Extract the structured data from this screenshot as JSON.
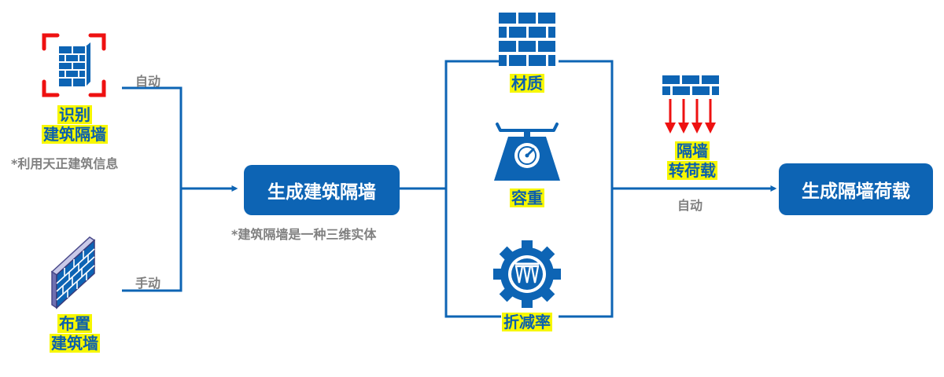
{
  "identify": {
    "line1": "识别",
    "line2": "建筑隔墙",
    "note": "*利用天正建筑信息"
  },
  "place": {
    "line1": "布置",
    "line2": "建筑墙"
  },
  "edge_auto": "自动",
  "edge_manual": "手动",
  "generate_wall": {
    "label": "生成建筑隔墙",
    "note": "*建筑隔墙是一种三维实体"
  },
  "properties": [
    {
      "label": "材质",
      "icon": "brick-wall-icon"
    },
    {
      "label": "容重",
      "icon": "scale-icon"
    },
    {
      "label": "折减率",
      "icon": "gear-reduction-icon"
    }
  ],
  "convert": {
    "line1": "隔墙",
    "line2": "转荷载",
    "note": "自动",
    "icon": "wall-load-arrows-icon"
  },
  "generate_load": {
    "label": "生成隔墙荷载"
  },
  "colors": {
    "primary": "#0d64b4",
    "highlight": "#f7f700",
    "alert": "#ee1111",
    "note_gray": "#808080"
  }
}
